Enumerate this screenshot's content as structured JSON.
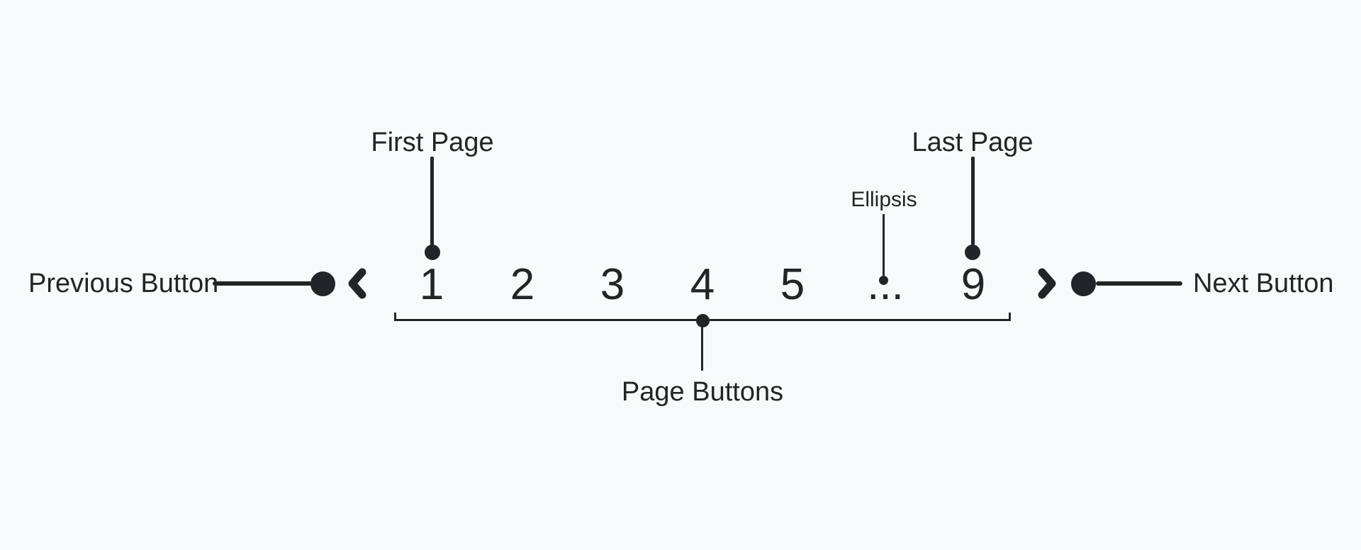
{
  "theme": {
    "background": "#f8f9fa",
    "ink": "#212529"
  },
  "pagination": {
    "pages": [
      "1",
      "2",
      "3",
      "4",
      "5",
      "...",
      "9"
    ],
    "previous_icon": "chevron-left",
    "next_icon": "chevron-right"
  },
  "annotations": {
    "previous": "Previous Button",
    "next": "Next Button",
    "first_page": "First Page",
    "last_page": "Last Page",
    "ellipsis": "Ellipsis",
    "page_buttons": "Page Buttons"
  }
}
